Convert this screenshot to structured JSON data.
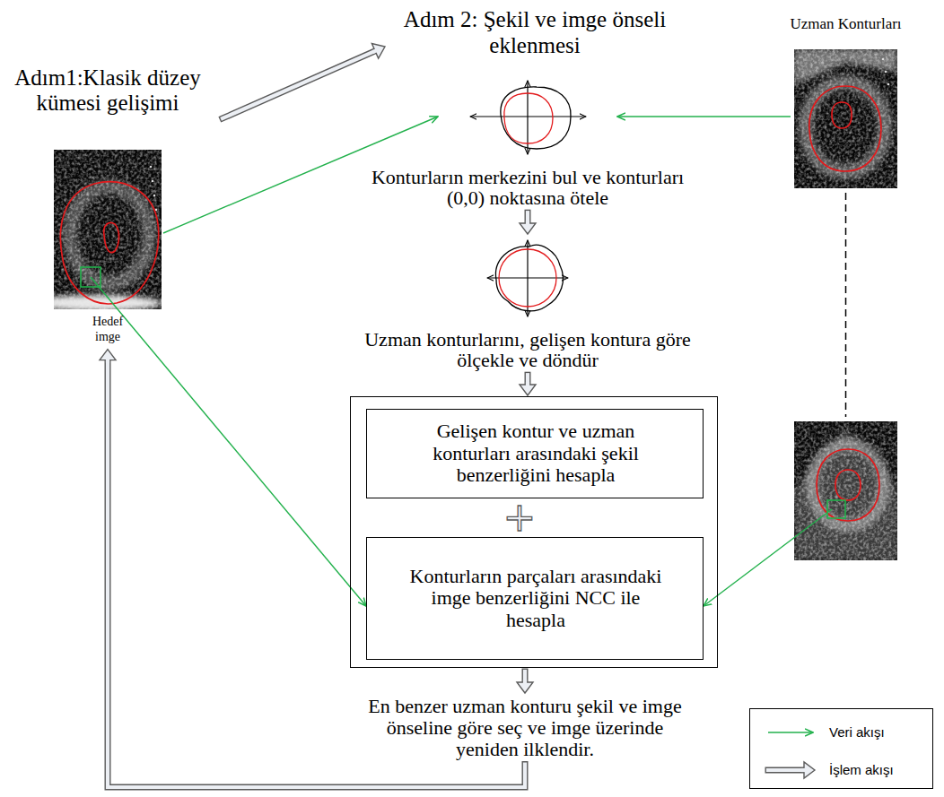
{
  "diagram": {
    "nodes": [
      {
        "text": [
          "Adım1:Klasik düzey kümesi gelişimi",
          "Hedef imge"
        ]
      },
      {
        "text": [
          "Adım 2: Şekil ve imge önseli eklenmesi"
        ]
      },
      {
        "text": [
          "Konturların merkezini bul ve konturları (0,0) noktasına ötele"
        ]
      },
      {
        "text": [
          "Uzman konturlarını, gelişen kontura göre ölçekle ve döndür"
        ]
      },
      {
        "text": [
          "+"
        ]
      },
      {
        "text": [
          "Gelişen kontur ve uzman konturları arasındaki şekil benzerliğini hesapla"
        ],
        "in": 4
      },
      {
        "text": [
          "Konturların parçaları arasındaki imge benzerliğini NCC ile hesapla"
        ],
        "in": 4
      },
      {
        "text": [
          "En benzer uzman konturu şekil ve imge önseline göre seç ve imge üzerinde yeniden ilklendir."
        ]
      },
      {
        "text": [
          "Uzman Konturları"
        ]
      },
      {
        "text": []
      }
    ],
    "edges": [
      {
        "from": 0,
        "to": 1,
        "arrow": "to"
      },
      {
        "from": 0,
        "to": 2,
        "arrow": "to"
      },
      {
        "from": 8,
        "to": 2,
        "arrow": "to"
      },
      {
        "from": 2,
        "to": 3,
        "arrow": "to"
      },
      {
        "from": 3,
        "to": 4,
        "arrow": "to"
      },
      {
        "from": 0,
        "to": 6,
        "arrow": "to"
      },
      {
        "from": 9,
        "to": 6,
        "arrow": "to"
      },
      {
        "from": 4,
        "to": 7,
        "arrow": "to"
      },
      {
        "from": 7,
        "to": 0,
        "arrow": "to"
      },
      {
        "from": 8,
        "to": 9,
        "arrow": "none"
      }
    ],
    "legend": [
      {
        "text": "Veri akışı"
      },
      {
        "text": "İşlem akışı"
      }
    ]
  }
}
